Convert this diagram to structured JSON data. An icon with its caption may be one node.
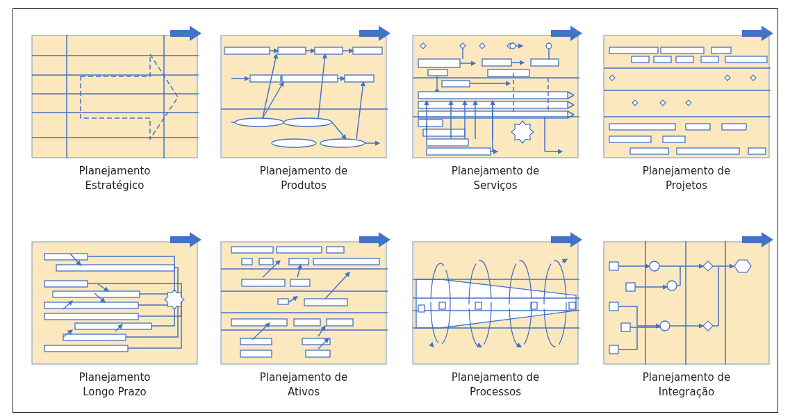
{
  "diagram": {
    "nodes": [
      {
        "text": [],
        "shape": "picture",
        "beside": [
          "Planejamento Estratégico"
        ]
      },
      {
        "text": [],
        "shape": "picture",
        "beside": [
          "Planejamento de Produtos"
        ]
      },
      {
        "text": [],
        "shape": "picture",
        "beside": [
          "Planejamento de Serviços"
        ]
      },
      {
        "text": [],
        "shape": "picture",
        "beside": [
          "Planejamento de Projetos"
        ]
      },
      {
        "text": [],
        "shape": "picture",
        "beside": [
          "Planejamento Longo Prazo"
        ]
      },
      {
        "text": [],
        "shape": "picture",
        "beside": [
          "Planejamento de Ativos"
        ]
      },
      {
        "text": [],
        "shape": "picture",
        "beside": [
          "Planejamento de Processos"
        ]
      },
      {
        "text": [],
        "shape": "picture",
        "beside": [
          "Planejamento de Integração"
        ]
      }
    ]
  }
}
